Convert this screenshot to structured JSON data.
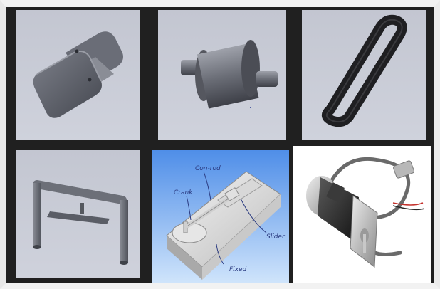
{
  "panels": [
    {
      "id": "bracket",
      "icon": "u-bracket-cad-icon"
    },
    {
      "id": "spool",
      "icon": "spool-cylinder-cad-icon"
    },
    {
      "id": "belt",
      "icon": "loop-belt-cad-icon"
    },
    {
      "id": "frame",
      "icon": "gantry-frame-cad-icon"
    },
    {
      "id": "mechanism",
      "icon": "slider-crank-mechanism-icon"
    },
    {
      "id": "motor",
      "icon": "stepper-motor-photo-icon"
    }
  ],
  "mechanism_labels": {
    "con_rod": "Con-rod",
    "crank": "Crank",
    "slider": "Slider",
    "fixed": "Fixed"
  },
  "colors": {
    "cad_background": "#c8cbd5",
    "cad_part": "#5a5d66",
    "belt": "#222222",
    "sky_top": "#4f8ee8",
    "sky_bottom": "#cfe4fb",
    "label_ink": "#2a3a80"
  }
}
